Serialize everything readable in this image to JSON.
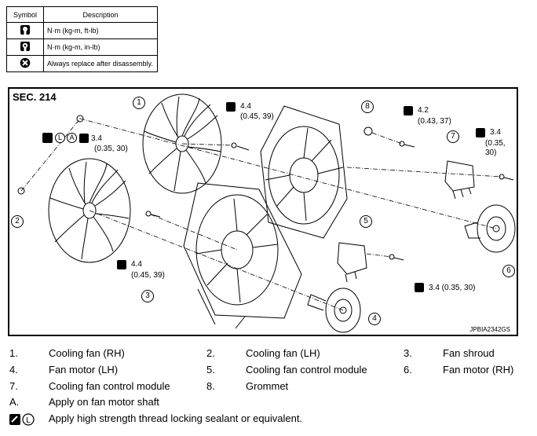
{
  "symbol_table": {
    "headers": [
      "Symbol",
      "Description"
    ],
    "rows": [
      {
        "icon": "torque-wrench-icon",
        "description": "N·m (kg-m, ft-lb)"
      },
      {
        "icon": "torque-wrench-small-icon",
        "description": "N·m (kg-m, in-lb)"
      },
      {
        "icon": "replace-x-icon",
        "description": "Always replace after disassembly."
      }
    ]
  },
  "diagram": {
    "section": "SEC. 214",
    "figure_id": "JPBIA2342GS",
    "callouts": [
      "1",
      "2",
      "3",
      "4",
      "5",
      "6",
      "7",
      "8"
    ],
    "callout_a": "A",
    "callout_l": "L",
    "torques": {
      "t1": {
        "value": "4.4",
        "sub": "(0.45, 39)"
      },
      "t2": {
        "value": "4.2",
        "sub": "(0.43, 37)"
      },
      "t3": {
        "value": "3.4",
        "sub": "(0.35, 30)"
      },
      "t4": {
        "value": "3.4",
        "sub": "(0.35, 30)"
      },
      "t5": {
        "value": "4.4",
        "sub": "(0.45, 39)"
      },
      "t6": {
        "value": "3.4 (0.35, 30)"
      }
    }
  },
  "legend": [
    {
      "num": "1.",
      "text": "Cooling fan (RH)"
    },
    {
      "num": "2.",
      "text": "Cooling fan (LH)"
    },
    {
      "num": "3.",
      "text": "Fan shroud"
    },
    {
      "num": "4.",
      "text": "Fan motor (LH)"
    },
    {
      "num": "5.",
      "text": "Cooling fan control module"
    },
    {
      "num": "6.",
      "text": "Fan motor (RH)"
    },
    {
      "num": "7.",
      "text": "Cooling fan control module"
    },
    {
      "num": "8.",
      "text": "Grommet"
    },
    {
      "num": "A.",
      "text": "Apply on fan motor shaft"
    },
    {
      "num": "",
      "text": "Apply high strength thread locking sealant or equivalent."
    }
  ]
}
